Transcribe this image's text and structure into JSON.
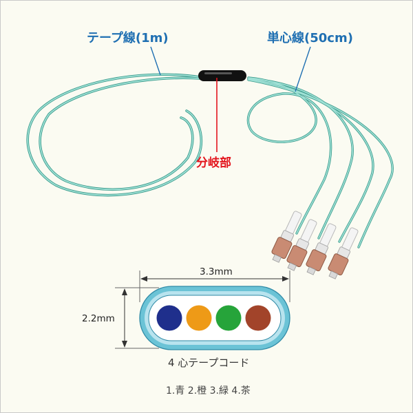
{
  "labels": {
    "tape_cable": "テープ線(1m)",
    "single_fiber": "単心線(50cm)",
    "branch": "分岐部",
    "width": "3.3mm",
    "height": "2.2mm",
    "caption": "4 心テープコード",
    "color_key": "1.青 2.橙 3.緑 4.茶"
  },
  "colors": {
    "fiber": "#8fd8cc",
    "fiber_dark": "#4fa899",
    "label_blue": "#1f6fb2",
    "label_red": "#e3141c",
    "jacket_outer": "#6bc3d6",
    "jacket_band": "#b8e3ee",
    "core_1_blue": "#1f2f8c",
    "core_2_orange": "#ee9a17",
    "core_3_green": "#26a43a",
    "core_4_brown": "#a2442a",
    "connector": "#c98b73",
    "boot": "#f2f2f2"
  }
}
